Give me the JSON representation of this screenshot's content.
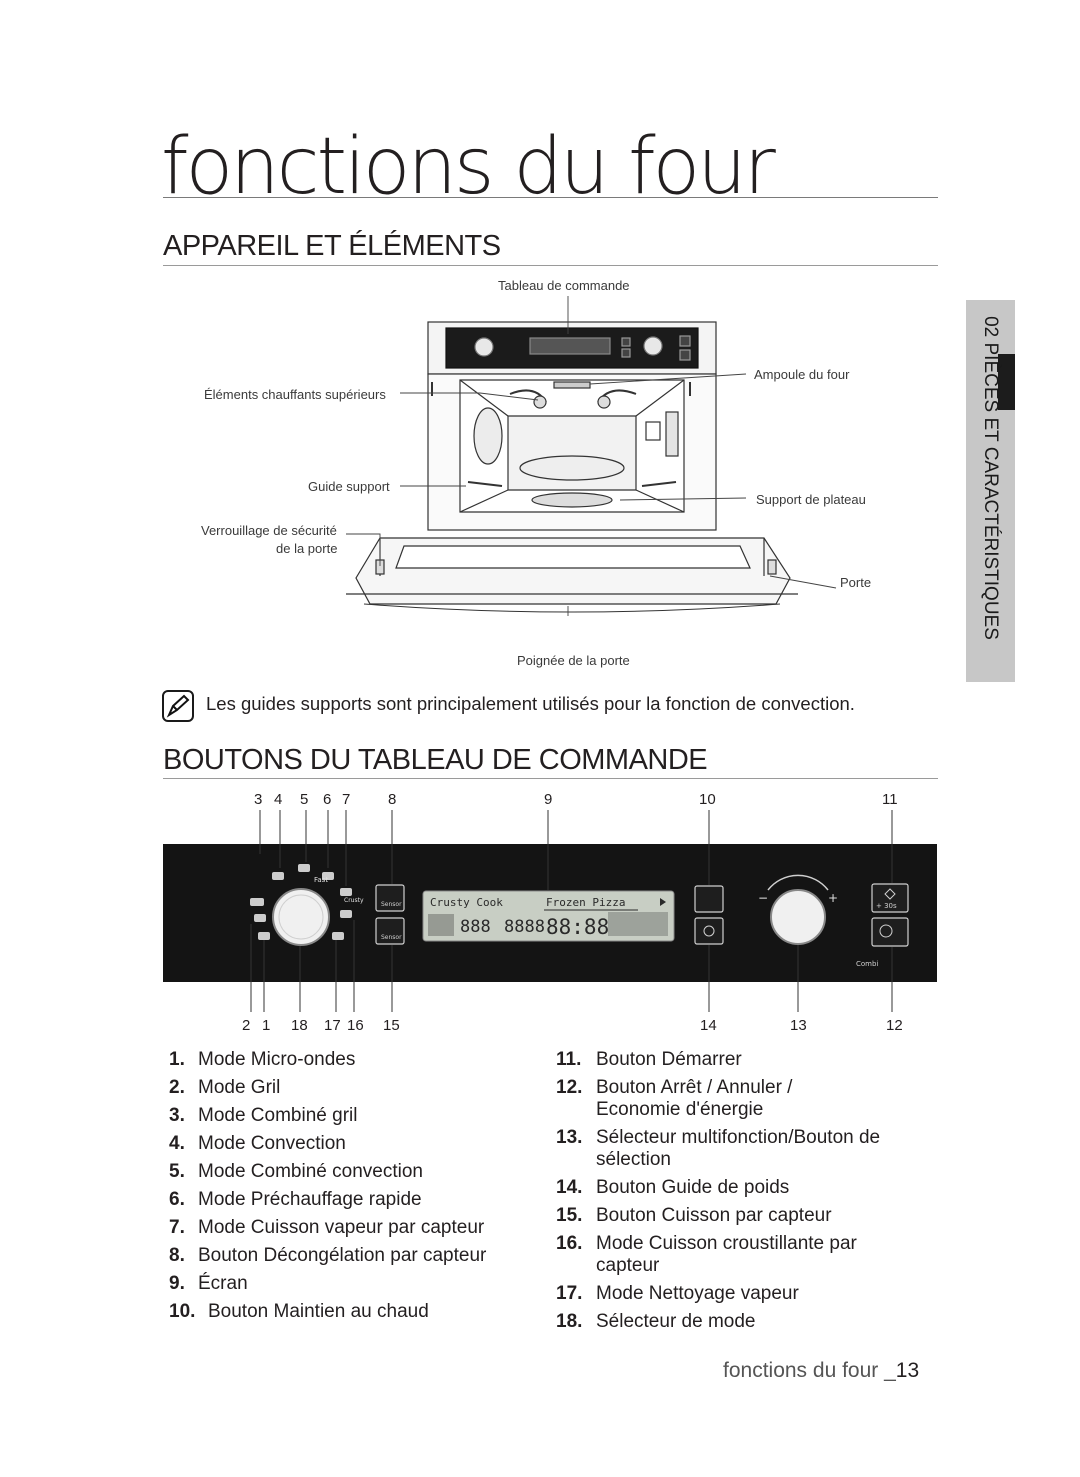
{
  "page": {
    "title": "fonctions du four",
    "side_tab": "02 PIÈCES ET CARACTÉRISTIQUES",
    "footer_text": "fonctions du four _",
    "footer_page": "13"
  },
  "section1": {
    "heading": "APPAREIL ET ÉLÉMENTS",
    "callouts": {
      "control_panel": "Tableau de commande",
      "heating_elements": "Éléments chauffants supérieurs",
      "oven_lamp": "Ampoule du four",
      "rack_guide": "Guide support",
      "tray_support": "Support de plateau",
      "door_lock_line1": "Verrouillage de sécurité",
      "door_lock_line2": "de la porte",
      "door": "Porte",
      "door_handle": "Poignée de la porte"
    },
    "note": {
      "icon": "note-pencil-icon",
      "text": "Les guides supports sont principalement utilisés pour la fonction de convection."
    }
  },
  "section2": {
    "heading": "BOUTONS DU TABLEAU DE COMMANDE",
    "top_numbers": {
      "n3": "3",
      "n4": "4",
      "n5": "5",
      "n6": "6",
      "n7": "7",
      "n8": "8",
      "n9": "9",
      "n10": "10",
      "n11": "11"
    },
    "bottom_numbers": {
      "n2": "2",
      "n1": "1",
      "n18": "18",
      "n17": "17",
      "n16": "16",
      "n15": "15",
      "n14": "14",
      "n13": "13",
      "n12": "12"
    },
    "display": {
      "line1_left": "Crusty Cook",
      "line1_right": "Frozen Pizza",
      "digits": "888",
      "digits2": "8888",
      "clock": "88:88"
    },
    "panel_labels": {
      "sensor1": "Sensor",
      "sensor2": "Sensor",
      "plus30": "+ 30s",
      "combi": "Combi",
      "crusty": "Crusty",
      "fast": "Fast"
    },
    "legend_left": [
      {
        "num": "1.",
        "label": "Mode Micro-ondes"
      },
      {
        "num": "2.",
        "label": "Mode Gril"
      },
      {
        "num": "3.",
        "label": "Mode Combiné gril"
      },
      {
        "num": "4.",
        "label": "Mode Convection"
      },
      {
        "num": "5.",
        "label": "Mode Combiné convection"
      },
      {
        "num": "6.",
        "label": "Mode Préchauffage rapide"
      },
      {
        "num": "7.",
        "label": "Mode Cuisson vapeur par capteur"
      },
      {
        "num": "8.",
        "label": "Bouton Décongélation par capteur"
      },
      {
        "num": "9.",
        "label": "Écran"
      },
      {
        "num": "10.",
        "label": "Bouton Maintien au chaud"
      }
    ],
    "legend_right": [
      {
        "num": "11.",
        "label": "Bouton Démarrer"
      },
      {
        "num": "12.",
        "label": "Bouton Arrêt / Annuler / Economie d'énergie"
      },
      {
        "num": "13.",
        "label": "Sélecteur multifonction/Bouton de sélection"
      },
      {
        "num": "14.",
        "label": "Bouton Guide de poids"
      },
      {
        "num": "15.",
        "label": "Bouton Cuisson par capteur"
      },
      {
        "num": "16.",
        "label": "Mode Cuisson croustillante par capteur"
      },
      {
        "num": "17.",
        "label": "Mode Nettoyage vapeur"
      },
      {
        "num": "18.",
        "label": "Sélecteur de mode"
      }
    ]
  }
}
